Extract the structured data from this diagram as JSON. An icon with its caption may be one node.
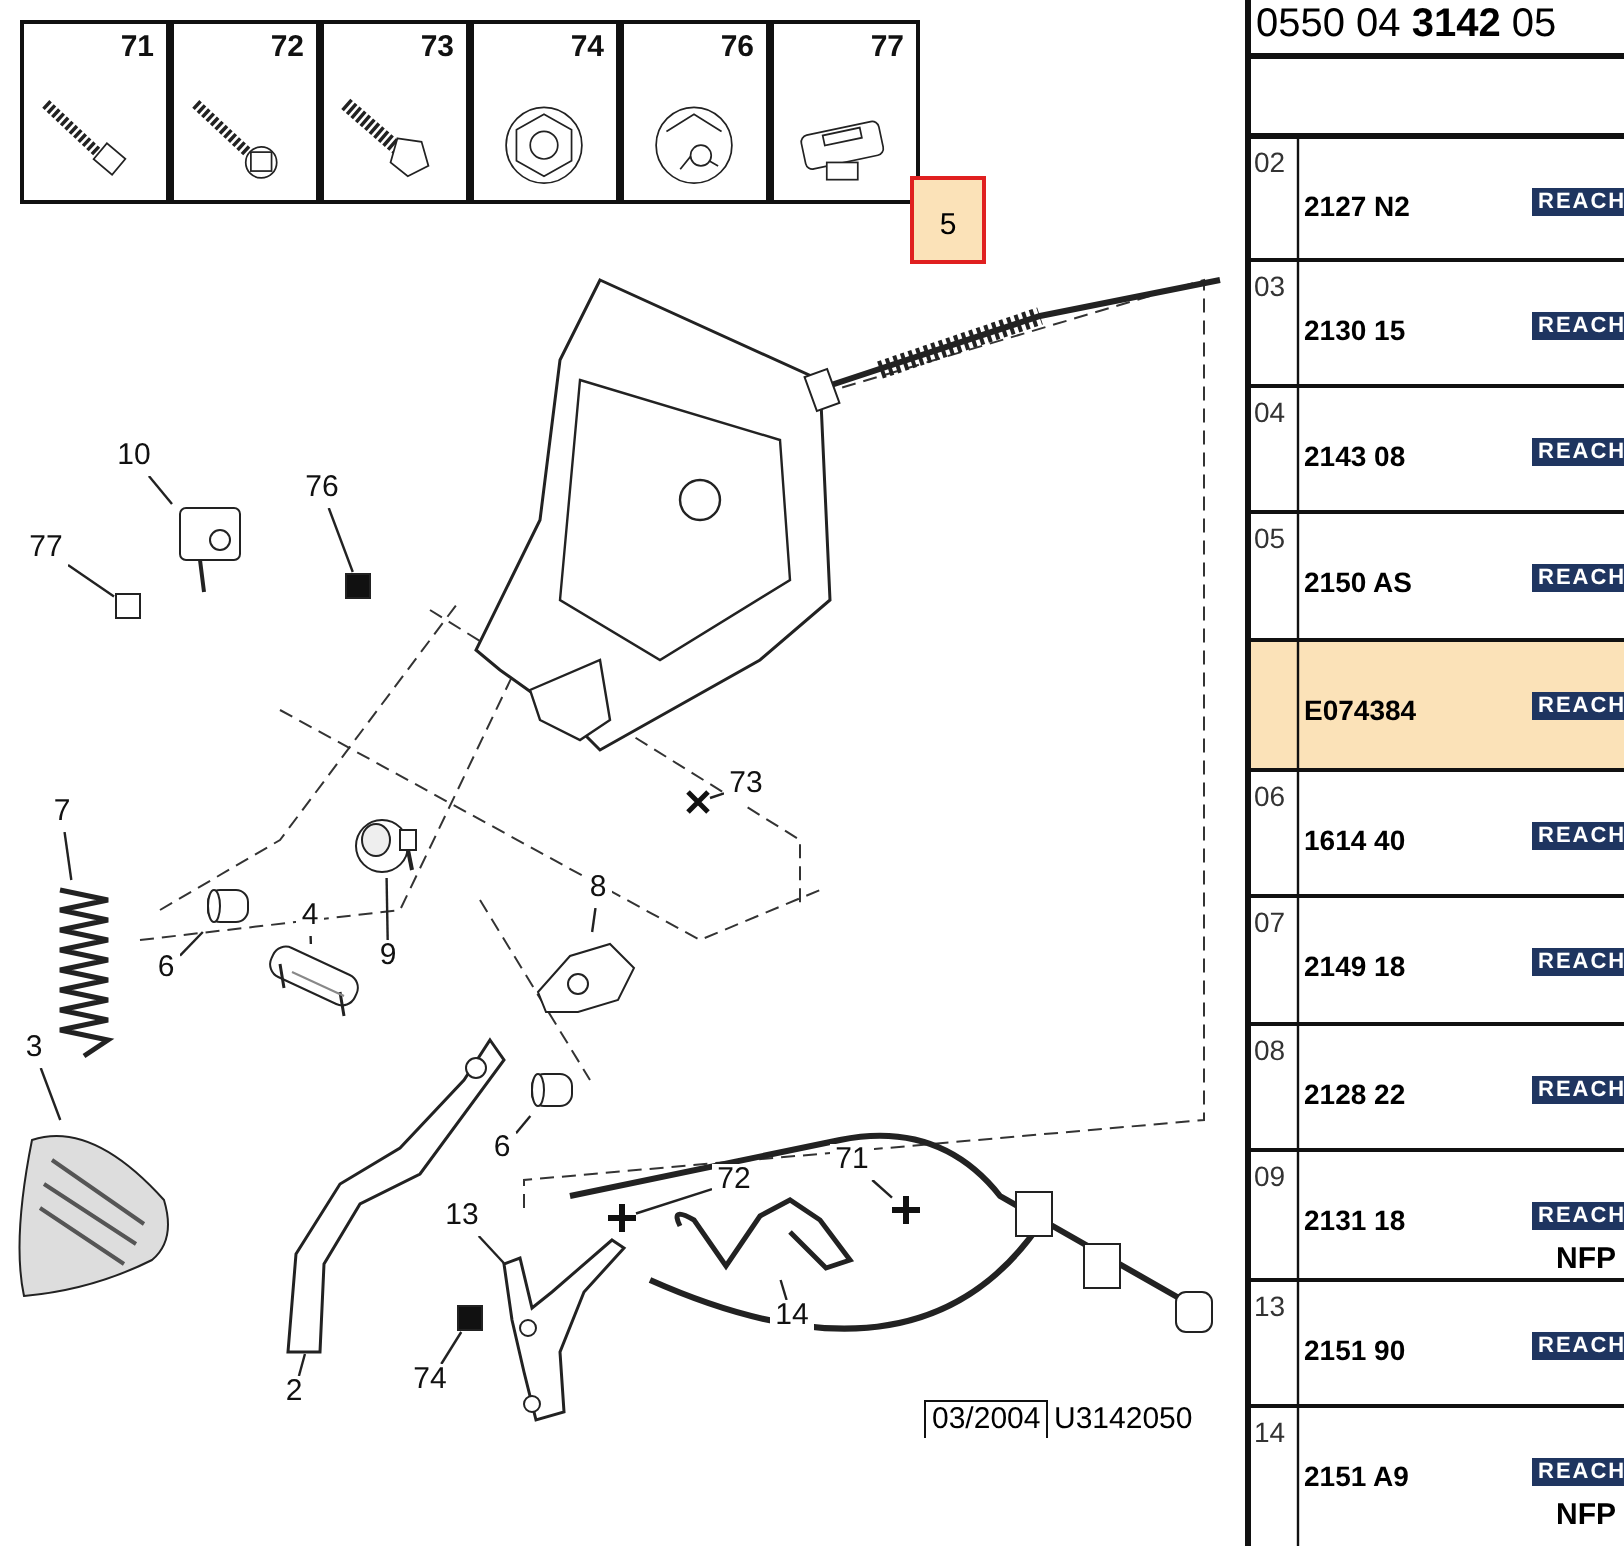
{
  "diagram": {
    "nodes": [
      {
        "text": [
          "71"
        ]
      },
      {
        "text": [
          "72"
        ]
      },
      {
        "text": [
          "73"
        ]
      },
      {
        "text": [
          "74"
        ]
      },
      {
        "text": [
          "76"
        ]
      },
      {
        "text": [
          "77"
        ]
      },
      {
        "text": [
          "5"
        ]
      },
      {
        "text": [
          "10"
        ]
      },
      {
        "text": [],
        "shape": "picture"
      },
      {
        "text": [
          "77"
        ]
      },
      {
        "text": [],
        "shape": "box"
      },
      {
        "text": [
          "76"
        ]
      },
      {
        "text": [],
        "shape": "box"
      },
      {
        "text": [
          "7"
        ]
      },
      {
        "text": [],
        "shape": "picture"
      },
      {
        "text": [
          "4"
        ]
      },
      {
        "text": [],
        "shape": "picture"
      },
      {
        "text": [
          "6"
        ]
      },
      {
        "text": [],
        "shape": "picture"
      },
      {
        "text": [
          "9"
        ]
      },
      {
        "text": [],
        "shape": "picture"
      },
      {
        "text": [
          "8"
        ]
      },
      {
        "text": [],
        "shape": "picture"
      },
      {
        "text": [
          "73"
        ]
      },
      {
        "text": [],
        "shape": "cross"
      },
      {
        "text": [
          "3"
        ]
      },
      {
        "text": [],
        "shape": "picture"
      },
      {
        "text": [
          "2"
        ]
      },
      {
        "text": [],
        "shape": "picture"
      },
      {
        "text": [
          "6"
        ]
      },
      {
        "text": [],
        "shape": "picture"
      },
      {
        "text": [
          "72"
        ]
      },
      {
        "text": [],
        "shape": "cross"
      },
      {
        "text": [
          "71"
        ]
      },
      {
        "text": [],
        "shape": "cross"
      },
      {
        "text": [
          "14"
        ]
      },
      {
        "text": [],
        "shape": "picture"
      },
      {
        "text": [
          "13"
        ]
      },
      {
        "text": [],
        "shape": "picture"
      },
      {
        "text": [
          "74"
        ]
      },
      {
        "text": [],
        "shape": "box"
      }
    ],
    "edges": [
      {
        "from": 7,
        "to": 8,
        "arrow": "none"
      },
      {
        "from": 9,
        "to": 10,
        "arrow": "none"
      },
      {
        "from": 11,
        "to": 12,
        "arrow": "none"
      },
      {
        "from": 13,
        "to": 14,
        "arrow": "none"
      },
      {
        "from": 15,
        "to": 16,
        "arrow": "none"
      },
      {
        "from": 17,
        "to": 18,
        "arrow": "none"
      },
      {
        "from": 19,
        "to": 20,
        "arrow": "none"
      },
      {
        "from": 21,
        "to": 22,
        "arrow": "none"
      },
      {
        "from": 23,
        "to": 24,
        "arrow": "none"
      },
      {
        "from": 25,
        "to": 26,
        "arrow": "none"
      },
      {
        "from": 27,
        "to": 28,
        "arrow": "none"
      },
      {
        "from": 29,
        "to": 30,
        "arrow": "none"
      },
      {
        "from": 31,
        "to": 32,
        "arrow": "none"
      },
      {
        "from": 33,
        "to": 34,
        "arrow": "none"
      },
      {
        "from": 35,
        "to": 36,
        "arrow": "none"
      },
      {
        "from": 37,
        "to": 38,
        "arrow": "none"
      },
      {
        "from": 39,
        "to": 40,
        "arrow": "none"
      }
    ],
    "labels": [
      "0550 04 **3142** 05",
      "02",
      "2127 N2",
      "REACH",
      "03",
      "2130 15",
      "REACH",
      "04",
      "2143 08",
      "REACH",
      "05",
      "2150 AS",
      "REACH",
      "E074384",
      "REACH",
      "06",
      "1614 40",
      "REACH",
      "07",
      "2149 18",
      "REACH",
      "08",
      "2128 22",
      "REACH",
      "09",
      "2131 18",
      "REACH",
      "NFP",
      "13",
      "2151 90",
      "REACH",
      "14",
      "2151 A9",
      "REACH",
      "NFP",
      "03/2004",
      "U3142050"
    ]
  }
}
